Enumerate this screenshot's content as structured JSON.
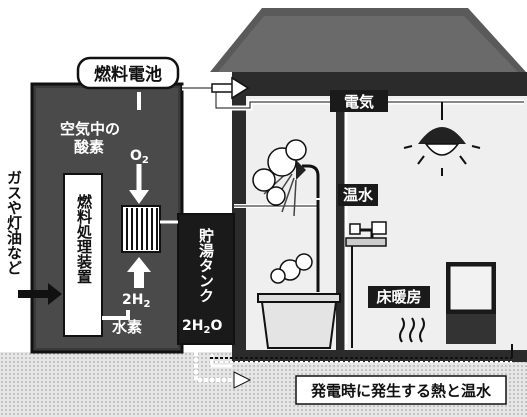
{
  "labels": {
    "fuel_cell": "燃料電池",
    "air_oxygen_line1": "空気中の",
    "air_oxygen_line2": "酸素",
    "o2": "O",
    "o2_sub": "2",
    "fuel_input": "ガスや灯油など",
    "fuel_processor": "燃料処理装置",
    "h2": "2H",
    "h2_sub": "2",
    "hydrogen": "水素",
    "hot_water_tank": "貯湯タンク",
    "water": "2H",
    "water_sub": "2",
    "water_o": "O",
    "electricity": "電気",
    "hot_water": "温水",
    "floor_heating": "床暖房",
    "caption": "発電時に発生する熱と温水"
  },
  "colors": {
    "background": "#ffffff",
    "dark": "#111111",
    "mid_gray": "#8a8a8a",
    "light_gray": "#d9d9d9",
    "interior": "#e9e9e9"
  },
  "icons": [
    "ceiling-lamp-icon",
    "shower-icon",
    "bathtub-icon",
    "faucet-icon",
    "floor-heating-icon",
    "steam-icon",
    "fuel-cell-stack-icon"
  ]
}
